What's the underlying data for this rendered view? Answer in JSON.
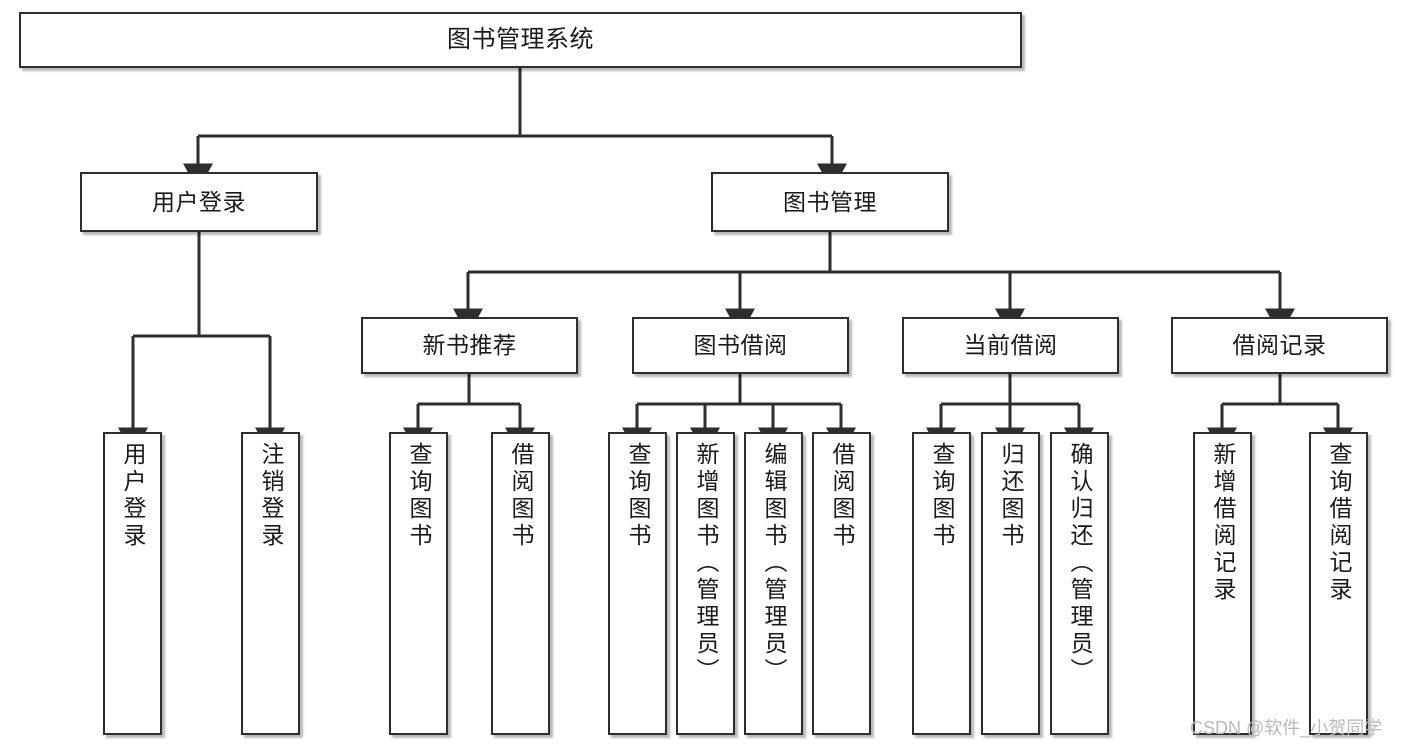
{
  "diagram": {
    "type": "tree-hierarchy-chart",
    "title": "图书管理系统",
    "stroke_color": "#2e2e2e",
    "fill_color": "#ffffff",
    "text_color": "#1a1a1a",
    "nodes": {
      "root": {
        "label": "图书管理系统"
      },
      "level2": [
        {
          "key": "user_login",
          "label": "用户登录"
        },
        {
          "key": "book_manage",
          "label": "图书管理"
        }
      ],
      "level3": [
        {
          "key": "new_book_rec",
          "label": "新书推荐"
        },
        {
          "key": "book_borrow",
          "label": "图书借阅"
        },
        {
          "key": "current_borrow",
          "label": "当前借阅"
        },
        {
          "key": "borrow_record",
          "label": "借阅记录"
        }
      ],
      "leaves": {
        "user_login": [
          {
            "label": "用户登录"
          },
          {
            "label": "注销登录"
          }
        ],
        "new_book_rec": [
          {
            "label": "查询图书"
          },
          {
            "label": "借阅图书"
          }
        ],
        "book_borrow": [
          {
            "label": "查询图书"
          },
          {
            "label": "新增图书（管理员）"
          },
          {
            "label": "编辑图书（管理员）"
          },
          {
            "label": "借阅图书"
          }
        ],
        "current_borrow": [
          {
            "label": "查询图书"
          },
          {
            "label": "归还图书"
          },
          {
            "label": "确认归还（管理员）"
          }
        ],
        "borrow_record": [
          {
            "label": "新增借阅记录"
          },
          {
            "label": "查询借阅记录"
          }
        ]
      }
    }
  },
  "watermark": {
    "text": "CSDN @软件_小贺同学"
  }
}
